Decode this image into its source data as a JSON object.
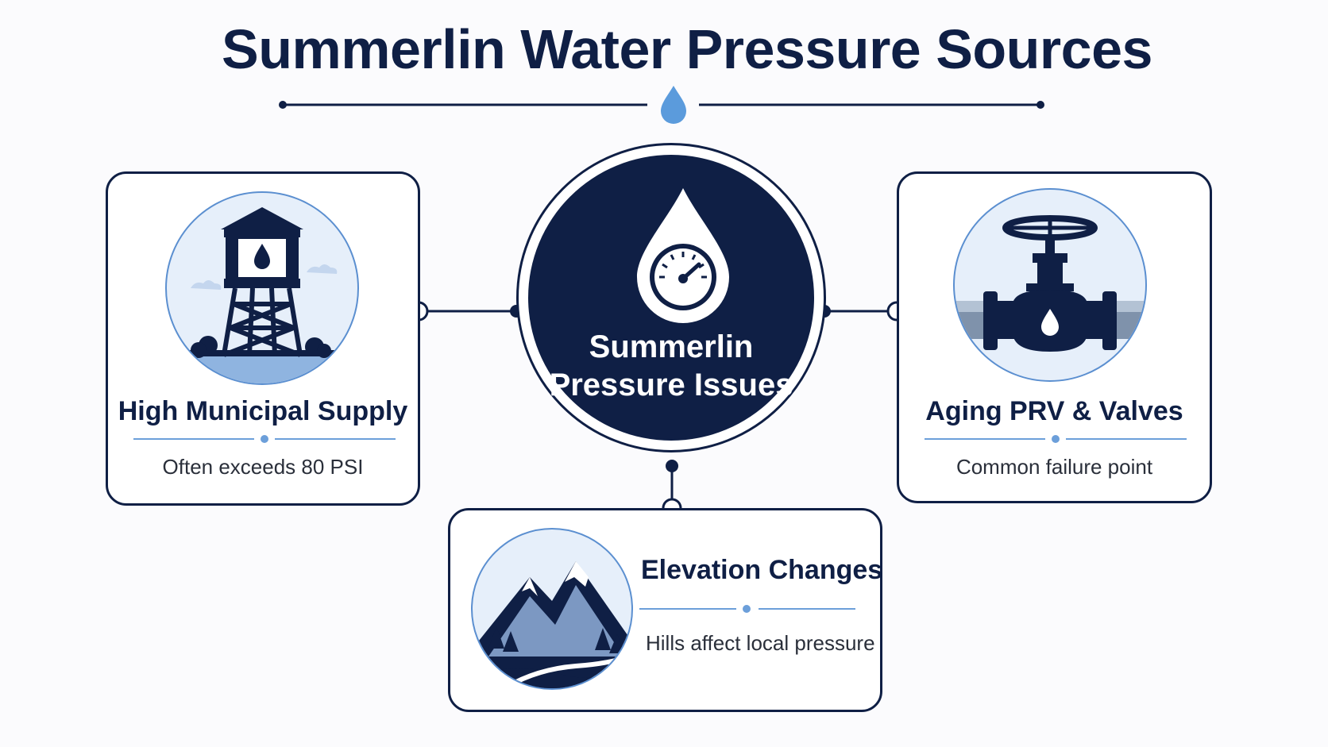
{
  "title": "Summerlin Water Pressure Sources",
  "center": {
    "line1": "Summerlin",
    "line2": "Pressure Issues",
    "icon": "water-drop-gauge-icon"
  },
  "cards": {
    "left": {
      "title": "High Municipal Supply",
      "subtitle": "Often exceeds 80 PSI",
      "icon": "water-tower-icon"
    },
    "right": {
      "title": "Aging PRV & Valves",
      "subtitle": "Common failure point",
      "icon": "valve-icon"
    },
    "bottom": {
      "title": "Elevation Changes",
      "subtitle": "Hills affect local pressure",
      "icon": "mountain-icon"
    }
  },
  "colors": {
    "navy": "#0f1f45",
    "accent_blue": "#6c9fda",
    "light_blue": "#e6effa",
    "background": "#fbfbfd"
  }
}
